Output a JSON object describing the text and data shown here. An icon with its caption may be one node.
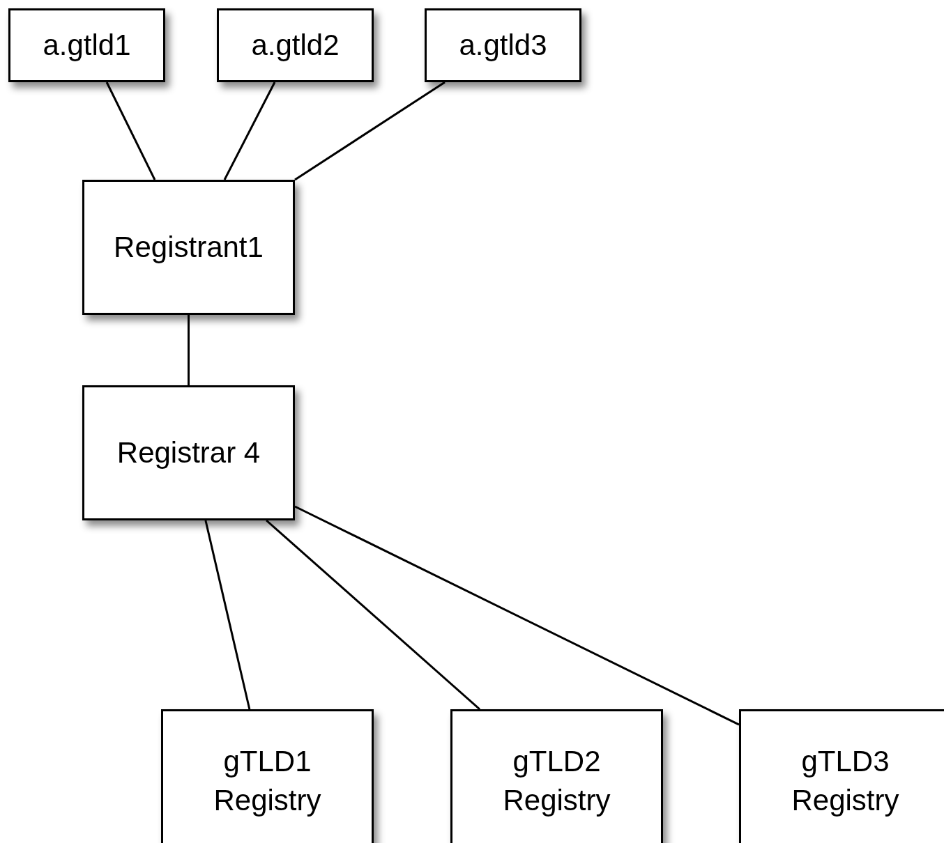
{
  "diagram": {
    "nodes": [
      {
        "text": [
          "a.gtld1"
        ]
      },
      {
        "text": [
          "a.gtld2"
        ]
      },
      {
        "text": [
          "a.gtld3"
        ]
      },
      {
        "text": [
          "Registrant1"
        ]
      },
      {
        "text": [
          "Registrar 4"
        ]
      },
      {
        "text": [
          "gTLD1 Registry"
        ]
      },
      {
        "text": [
          "gTLD2 Registry"
        ]
      },
      {
        "text": [
          "gTLD3 Registry"
        ]
      }
    ],
    "edges": [
      {
        "from": 0,
        "to": 3,
        "arrow": "none"
      },
      {
        "from": 1,
        "to": 3,
        "arrow": "none"
      },
      {
        "from": 2,
        "to": 3,
        "arrow": "none"
      },
      {
        "from": 3,
        "to": 4,
        "arrow": "none"
      },
      {
        "from": 4,
        "to": 5,
        "arrow": "none"
      },
      {
        "from": 4,
        "to": 6,
        "arrow": "none"
      },
      {
        "from": 4,
        "to": 7,
        "arrow": "none"
      }
    ]
  }
}
